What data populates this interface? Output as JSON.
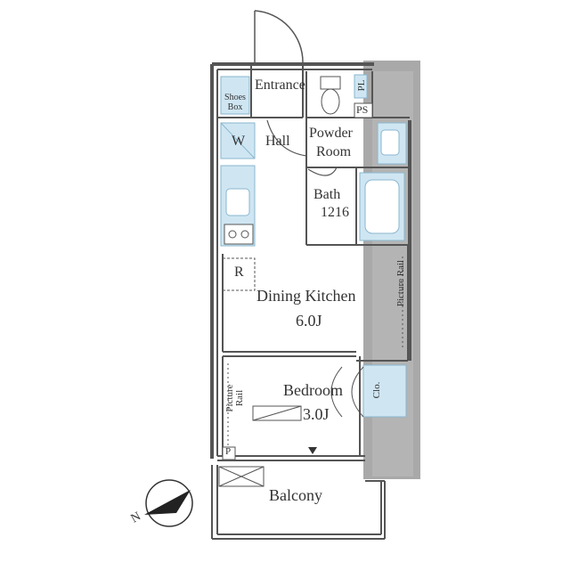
{
  "rooms": {
    "entrance": "Entrance",
    "shoes_box": [
      "Shoes",
      "Box"
    ],
    "hall": "Hall",
    "w": "W",
    "powder_room": [
      "Powder",
      "Room"
    ],
    "ps": "PS",
    "pl": "PL",
    "bath": "Bath",
    "bath_size": "1216",
    "r": "R",
    "dining_kitchen": "Dining Kitchen",
    "dining_kitchen_size": "6.0J",
    "picture_rail_right": "Picture Rail",
    "bedroom": "Bedroom",
    "bedroom_size": "3.0J",
    "picture_rail_left": [
      "Picture",
      "Rail"
    ],
    "closet": "Clo.",
    "p": "P",
    "balcony": "Balcony",
    "north": "N"
  },
  "colors": {
    "wall": "#555555",
    "fixture_fill": "#cfe6f2",
    "fixture_stroke": "#8ab7cf",
    "exterior": "#aaaaaa"
  }
}
